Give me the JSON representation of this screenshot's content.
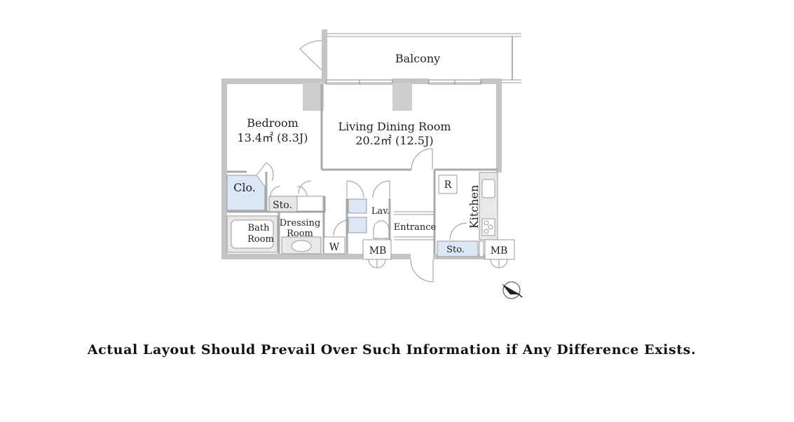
{
  "rooms": {
    "balcony": "Balcony",
    "bedroom": {
      "name": "Bedroom",
      "area": "13.4㎡ (8.3J)"
    },
    "living": {
      "name": "Living Dining Room",
      "area": "20.2㎡ (12.5J)"
    },
    "closet": "Clo.",
    "bedroom_storage": "Sto.",
    "bath": {
      "line1": "Bath",
      "line2": "Room"
    },
    "dressing": {
      "line1": "Dressing",
      "line2": "Room"
    },
    "washer": "W",
    "lavatory": "Lav.",
    "entrance": "Entrance",
    "kitchen": "Kitchen",
    "refrigerator": "R",
    "kitchen_storage": "Sto.",
    "meter_box_entrance": "MB",
    "meter_box_kitchen": "MB"
  },
  "compass_icon": "north-arrow-icon",
  "disclaimer": "Actual Layout Should Prevail Over Such Information if Any Difference Exists.",
  "colors": {
    "wall": "#c4c4c4",
    "column": "#cfcfcf",
    "accent_blue": "#dbe7f5",
    "line": "#888888",
    "text": "#222222"
  }
}
